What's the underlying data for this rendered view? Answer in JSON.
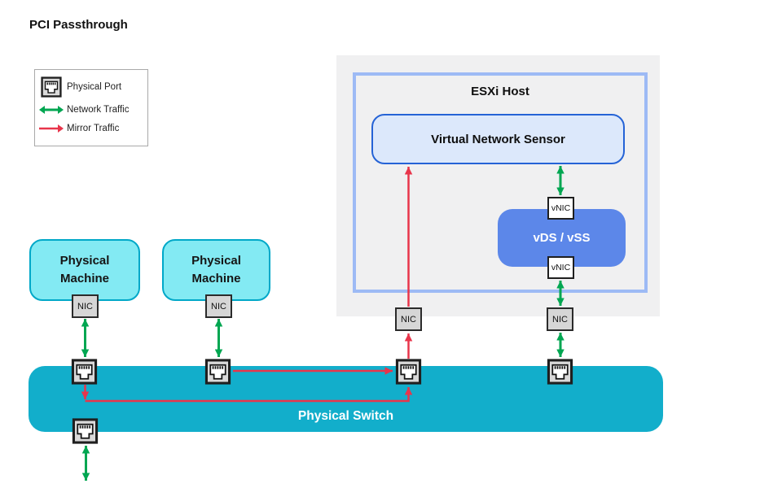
{
  "title": "PCI Passthrough",
  "legend": {
    "items": [
      {
        "icon": "physical-port-icon",
        "label": "Physical Port"
      },
      {
        "icon": "network-traffic-arrow-icon",
        "label": "Network Traffic"
      },
      {
        "icon": "mirror-traffic-arrow-icon",
        "label": "Mirror Traffic"
      }
    ]
  },
  "esxi": {
    "title": "ESXi Host",
    "sensor_label": "Virtual Network Sensor",
    "vds_label": "vDS / vSS",
    "vnic_label": "vNIC"
  },
  "machine": {
    "line1": "Physical",
    "line2": "Machine"
  },
  "nic_label": "NIC",
  "switch": {
    "label": "Physical Switch"
  },
  "colors": {
    "network_traffic_green": "#00A651",
    "mirror_traffic_red": "#E8354B",
    "switch_fill": "#12AECB",
    "machine_fill": "#83EAF3",
    "machine_border": "#00A8C8",
    "vds_fill": "#5C87E9",
    "sensor_fill": "#DCE8FB",
    "sensor_border": "#2563D6",
    "esxi_background": "#F0F0F1",
    "esxi_border": "#9DBAF5",
    "nic_fill": "#D6D6D6",
    "port_fill": "#D9D9D9"
  }
}
